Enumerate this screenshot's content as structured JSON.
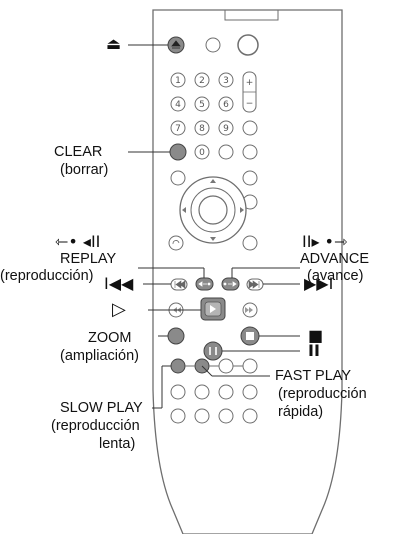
{
  "labels": {
    "eject_symbol": "⏏",
    "clear": "CLEAR",
    "clear_es": "(borrar)",
    "replay_symbol": "⇽• ◂II",
    "replay": "REPLAY",
    "replay_es": "(reproducción)",
    "advance_symbol": "II▸ •⇾",
    "advance": "ADVANCE",
    "advance_es": "(avance)",
    "prev_symbol": "I◀◀",
    "next_symbol": "▶▶I",
    "play_symbol": "▷",
    "stop_symbol": "■",
    "pause_symbol": "II",
    "zoom": "ZOOM",
    "zoom_es": "(ampliación)",
    "fast_play": "FAST PLAY",
    "fast_play_es_1": "(reproducción",
    "fast_play_es_2": "rápida)",
    "slow_play": "SLOW PLAY",
    "slow_play_es_1": "(reproducción",
    "slow_play_es_2": "lenta)"
  },
  "remote": {
    "number_keys": [
      "1",
      "2",
      "3",
      "4",
      "5",
      "6",
      "7",
      "8",
      "9",
      "0"
    ],
    "plus_key": "+",
    "minus_key": "−"
  },
  "colors": {
    "remote_body": "#ffffff",
    "outline": "#6e6e6e",
    "highlighted_button": "#8a8a8a",
    "plain_button": "#ffffff",
    "leader_line": "#333333"
  }
}
